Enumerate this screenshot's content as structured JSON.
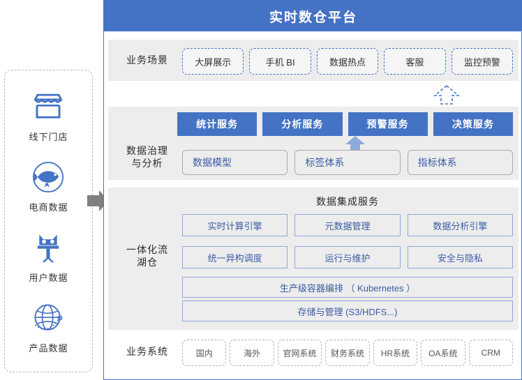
{
  "platform": {
    "title": "实时数仓平台",
    "title_bar_color": "#4472C4",
    "panel_border_color": "#4472C4",
    "band_color": "#EDEDED"
  },
  "sources": {
    "items": [
      {
        "label": "线下门店",
        "icon": "storefront-icon"
      },
      {
        "label": "电商数据",
        "icon": "fish-circle-icon"
      },
      {
        "label": "用户数据",
        "icon": "cat-figure-icon"
      },
      {
        "label": "产品数据",
        "icon": "globe-icon"
      }
    ],
    "feed_arrow": "gray-right-arrow-icon"
  },
  "scenarios": {
    "label": "业务场景",
    "items": [
      "大屏展示",
      "手机 BI",
      "数据热点",
      "客服",
      "监控预警"
    ],
    "border_color": "#4472C4"
  },
  "riser": {
    "dashed_arrow": "dashed-up-arrow-icon",
    "solid_arrows": [
      "solid-up-arrow-icon",
      "solid-up-arrow-icon"
    ],
    "solid_arrow_color": "#8FAADC"
  },
  "governance": {
    "label": "数据治理\n与分析",
    "label_line1": "数据治理",
    "label_line2": "与分析",
    "services": [
      "统计服务",
      "分析服务",
      "预警服务",
      "决策服务"
    ],
    "service_color": "#4472C4",
    "assets": [
      "数据模型",
      "标签体系",
      "指标体系"
    ],
    "asset_text_color": "#3B5BA5"
  },
  "lakehouse": {
    "label_line1": "一体化流",
    "label_line2": "湖仓",
    "integration_title": "数据集成服务",
    "row1": [
      "实时计算引擎",
      "元数据管理",
      "数据分析引擎"
    ],
    "row2": [
      "统一异构调度",
      "运行与维护",
      "安全与隐私"
    ],
    "orchestration": "生产级容器编排 （ Kubernetes ）",
    "storage": "存储与管理 (S3/HDFS...)",
    "box_border_color": "#8FA8DA"
  },
  "systems": {
    "label": "业务系统",
    "items": [
      "国内",
      "海外",
      "官网系统",
      "财务系统",
      "HR系统",
      "OA系统",
      "CRM"
    ],
    "border_color": "#b0b0b0"
  }
}
